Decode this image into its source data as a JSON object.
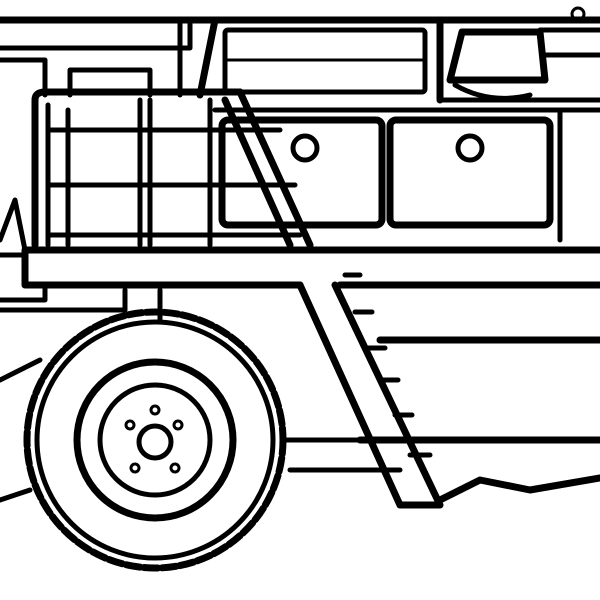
{
  "colors": {
    "ink": "#000000",
    "paper": "#ffffff"
  },
  "illustration": {
    "style": "black line art coloring page",
    "icons": [
      "mining-dump-truck",
      "tire",
      "ladder",
      "handrail",
      "storage-box"
    ]
  }
}
